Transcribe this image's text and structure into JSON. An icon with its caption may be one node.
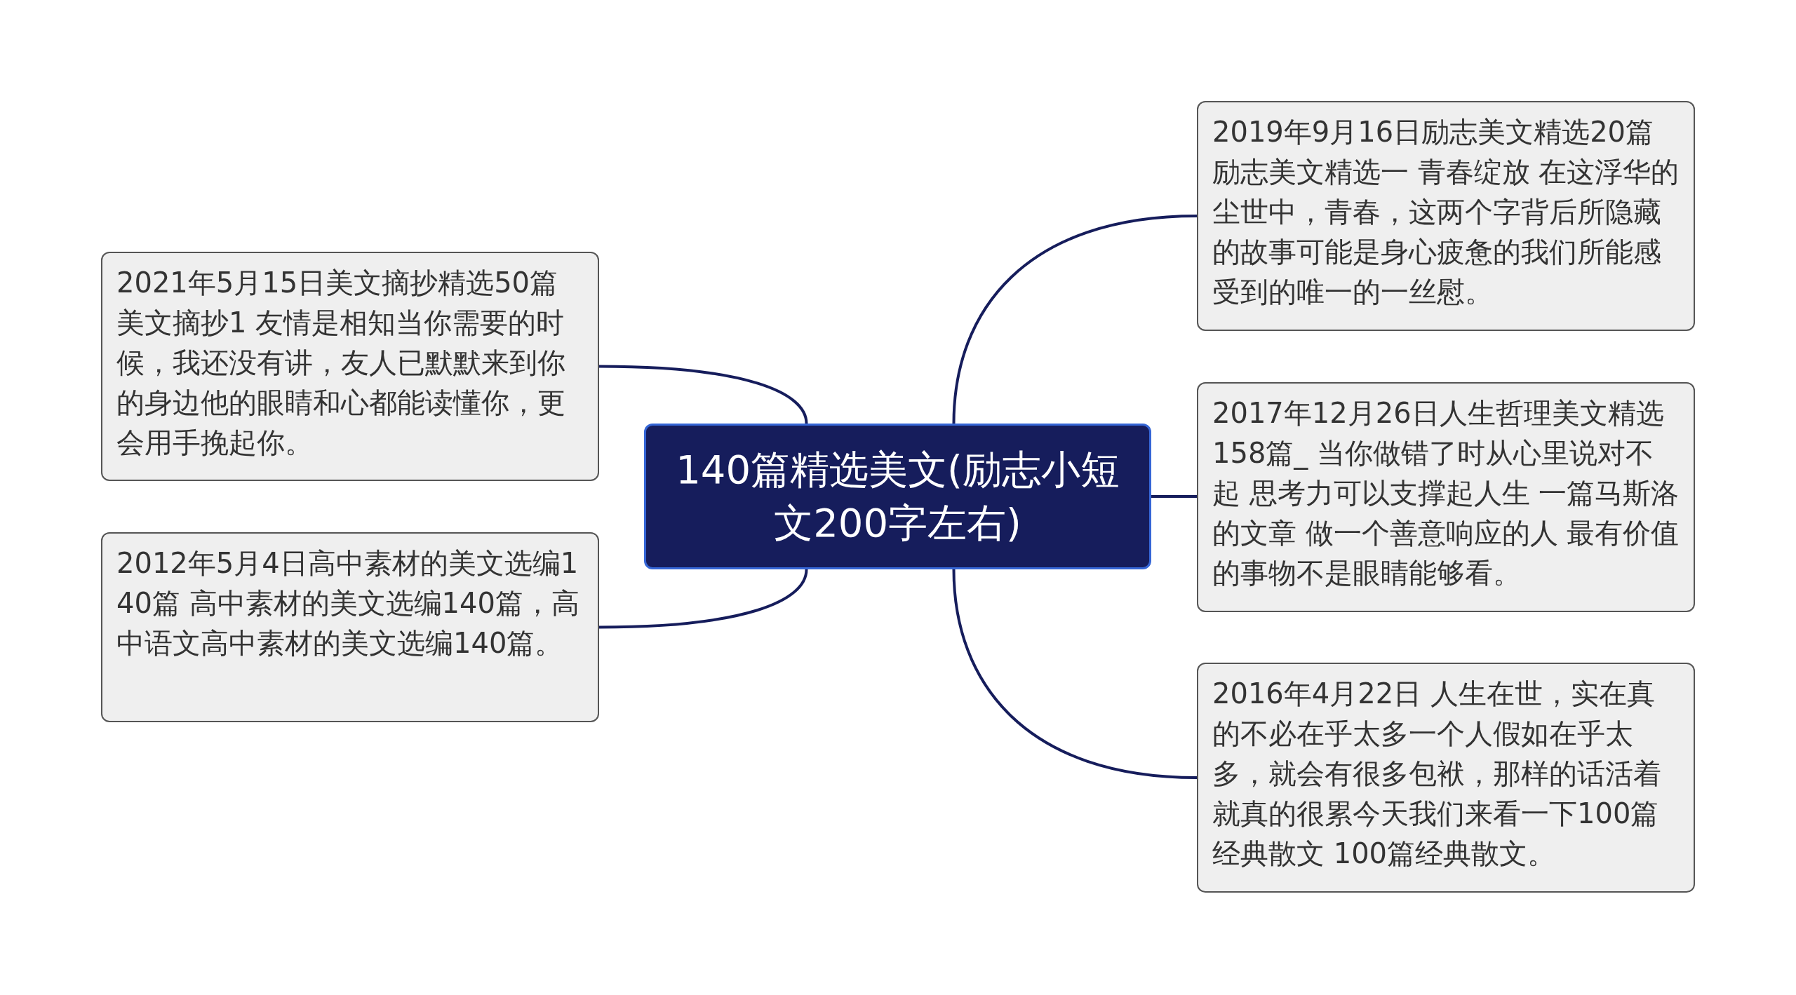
{
  "diagram": {
    "nodes": [
      {
        "text": [
          "140篇精选美文(励志小短文200字左右)"
        ]
      },
      {
        "text": [
          "2019年9月16日励志美文精选20篇励志美文精选一 青春绽放 在这浮华的尘世中，青春，这两个字背后所隐藏的故事可能是身心疲惫的我们所能感受到的唯一的一丝慰。"
        ]
      },
      {
        "text": [
          "2021年5月15日美文摘抄精选50篇美文摘抄1 友情是相知当你需要的时候，我还没有讲，友人已默默来到你的身边他的眼睛和心都能读懂你，更会用手挽起你。"
        ]
      },
      {
        "text": [
          "2017年12月26日人生哲理美文精选158篇_ 当你做错了时从心里说对不起 思考力可以支撑起人生 一篇马斯洛的文章 做一个善意响应的人 最有价值的事物不是眼睛能够看。"
        ]
      },
      {
        "text": [
          "2012年5月4日高中素材的美文选编140篇 高中素材的美文选编140篇，高中语文高中素材的美文选编140篇。"
        ]
      },
      {
        "text": [
          "2016年4月22日 人生在世，实在真的不必在乎太多一个人假如在乎太多，就会有很多包袱，那样的话活着就真的很累今天我们来看一下100篇经典散文 100篇经典散文。"
        ]
      }
    ],
    "edges": [
      {
        "from": 0,
        "to": 1,
        "arrow": "none"
      },
      {
        "from": 0,
        "to": 2,
        "arrow": "none"
      },
      {
        "from": 0,
        "to": 3,
        "arrow": "none"
      },
      {
        "from": 0,
        "to": 4,
        "arrow": "none"
      },
      {
        "from": 0,
        "to": 5,
        "arrow": "none"
      }
    ]
  }
}
